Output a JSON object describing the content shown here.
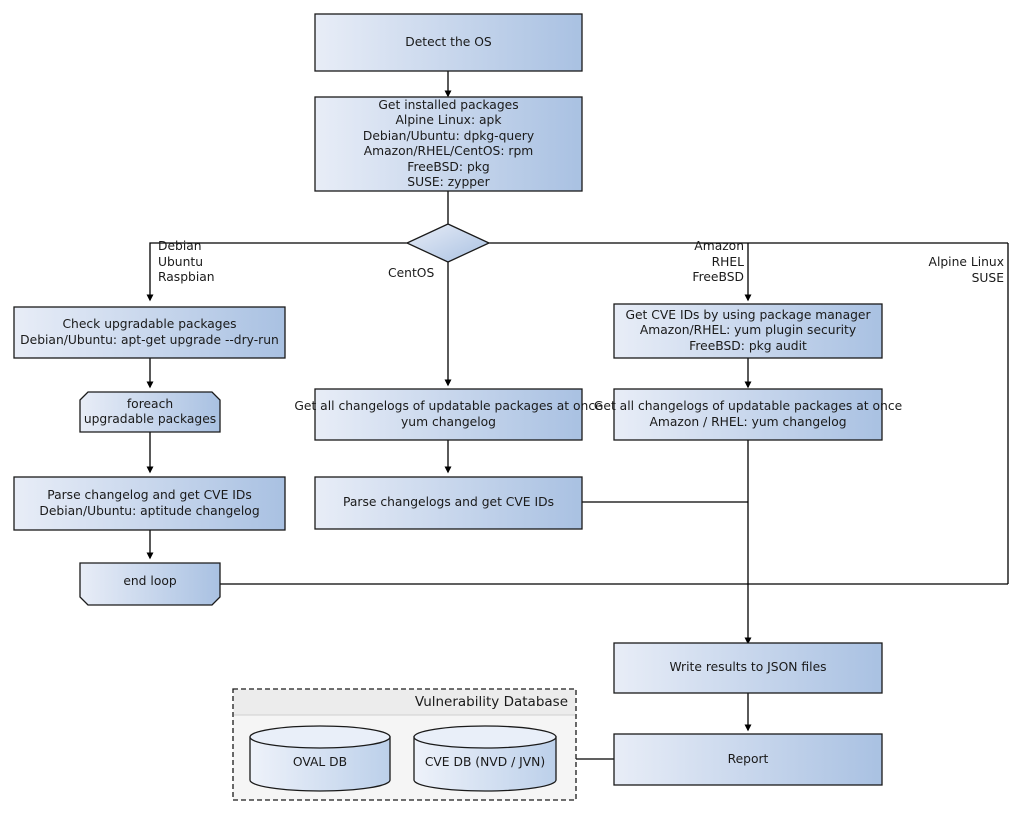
{
  "diagram": {
    "title": "Vulnerability scanning flowchart",
    "colors": {
      "node_fill_light": "#e6ecf6",
      "node_fill_dark": "#a9c1e2",
      "node_stroke": "#1a1a1a",
      "edge_stroke": "#000000",
      "group_fill": "#f5f5f5",
      "group_header_fill": "#ececec",
      "group_stroke": "#1a1a1a",
      "text": "#1a1a1a"
    },
    "nodes": {
      "detect_os": {
        "label": "Detect the OS"
      },
      "get_installed_packages": {
        "lines": [
          "Get installed packages",
          "Alpine Linux: apk",
          "Debian/Ubuntu: dpkg-query",
          "Amazon/RHEL/CentOS: rpm",
          "FreeBSD: pkg",
          "SUSE: zypper"
        ]
      },
      "decision": {
        "label": ""
      },
      "check_upgradable": {
        "lines": [
          "Check upgradable packages",
          "Debian/Ubuntu: apt-get upgrade --dry-run"
        ]
      },
      "foreach_loop": {
        "lines": [
          "foreach",
          "upgradable  packages"
        ]
      },
      "parse_changelog_deb": {
        "lines": [
          "Parse changelog and get  CVE IDs",
          "Debian/Ubuntu: aptitude changelog"
        ]
      },
      "end_loop": {
        "label": "end loop"
      },
      "centos_changelogs": {
        "lines": [
          "Get all changelogs of updatable packages at once",
          "yum changelog"
        ]
      },
      "parse_changelogs_centos": {
        "label": "Parse changelogs and get CVE IDs"
      },
      "get_cve_pkg_manager": {
        "lines": [
          "Get CVE IDs by using package manager",
          "Amazon/RHEL: yum plugin security",
          "FreeBSD: pkg audit"
        ]
      },
      "rhel_changelogs": {
        "lines": [
          "Get all changelogs of updatable packages at once",
          "Amazon / RHEL: yum changelog"
        ]
      },
      "write_results": {
        "label": "Write results to JSON files"
      },
      "report": {
        "label": "Report"
      }
    },
    "edge_labels": {
      "debian_branch": [
        "Debian",
        "Ubuntu",
        "Raspbian"
      ],
      "centos_branch": [
        "CentOS"
      ],
      "amazon_branch": [
        "Amazon",
        "RHEL",
        "FreeBSD"
      ],
      "alpine_branch": [
        "Alpine Linux",
        "SUSE"
      ]
    },
    "group": {
      "title": "Vulnerability Database",
      "databases": [
        {
          "label": "OVAL DB"
        },
        {
          "label": "CVE DB (NVD / JVN)"
        }
      ]
    }
  }
}
